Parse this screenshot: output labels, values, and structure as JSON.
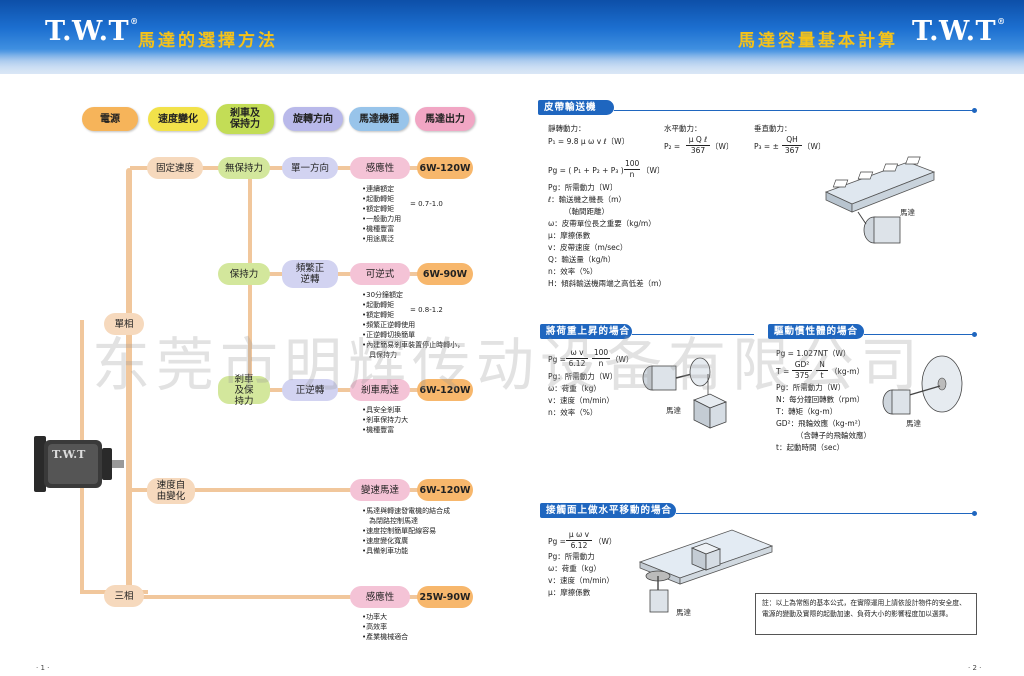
{
  "header": {
    "left_logo": "T.W.T",
    "right_logo": "T.W.T",
    "left_title": "馬達的選擇方法",
    "right_title": "馬達容量基本計算"
  },
  "left": {
    "categories": [
      "電源",
      "速度變化",
      "剎車及保持力",
      "旋轉方向",
      "馬達機種",
      "馬達出力"
    ],
    "tree": {
      "root": "單相",
      "single_phase": "單相",
      "speed_fixed": "固定速度",
      "speed_variable": "速度自由變化",
      "three_phase": "三相",
      "no_hold": "無保持力",
      "hold": "保持力",
      "brake_hold": "剎車及保持力",
      "one_dir": "單一方向",
      "freq_rev": "頻繁正逆轉",
      "fwd_rev": "正逆轉",
      "induction": "感應性",
      "reversible": "可逆式",
      "brake_motor": "剎車馬達",
      "speed_motor": "變速馬達",
      "induction3": "感應性",
      "w1": "6W-120W",
      "w2": "6W-90W",
      "w3": "6W-120W",
      "w4": "6W-120W",
      "w5": "25W-90W"
    },
    "bullets1": [
      "連續額定",
      "起動轉矩",
      "額定轉矩",
      "一般動力用",
      "機種豐富",
      "用途廣泛"
    ],
    "ratio1": "= 0.7-1.0",
    "bullets2": [
      "30分鐘額定",
      "起動轉矩",
      "額定轉矩",
      "頻繁正逆轉使用",
      "正逆轉切換簡單",
      "內建簡易剎車裝置停止時轉小，",
      "具保持力"
    ],
    "ratio2": "= 0.8-1.2",
    "bullets3": [
      "具安全剎車",
      "剎車保持力大",
      "機種豐富"
    ],
    "bullets4": [
      "馬達與轉速發電機的結合成",
      "為閉路控制馬達",
      "速度控制簡單配線容易",
      "速度變化寬廣",
      "具備剎車功能"
    ],
    "bullets5": [
      "功率大",
      "高效率",
      "產業機械適合"
    ],
    "page_no": "· 1 ·"
  },
  "right": {
    "sec1": "皮帶輸送機",
    "sec2": "將荷重上昇的場合",
    "sec3": "驅動慣性體的場合",
    "sec4": "接觸面上做水平移動的場合",
    "belt": {
      "h_static": "靜轉動力：",
      "h_horiz": "水平動力：",
      "h_vert": "垂直動力：",
      "p1": "P₁ = 9.8 μ ω v ℓ〔W〕",
      "p2_left": "P₂ =",
      "p2_num": "μ Q ℓ",
      "p2_den": "367",
      "p2_unit": "〔W〕",
      "p3_left": "P₃ = ±",
      "p3_num": "QH",
      "p3_den": "367",
      "p3_unit": "〔W〕",
      "pg": "Pg = ( P₁ + P₂ + P₃ )",
      "pg_num": "100",
      "pg_den": "n",
      "pg_unit": "〔W〕",
      "defs": [
        "Pg：所需動力〔W〕",
        "ℓ：輸送機之機長（m）",
        "（軸間距離）",
        "ω：皮帶單位長之重要（kg/m）",
        "μ：摩擦係數",
        "v：皮帶速度（m/sec）",
        "Q：輸送量（kg/h）",
        "n：效率（%）",
        "H：傾斜輸送機兩端之高低差（m）"
      ],
      "motor": "馬達"
    },
    "lift": {
      "pg_left": "Pg =",
      "pg_num": "ω v",
      "pg_den": "6.12",
      "pg_num2": "100",
      "pg_den2": "n",
      "pg_unit": "（W）",
      "defs": [
        "Pg：所需動力（W）",
        "ω：荷重（kg）",
        "v：速度（m/min）",
        "n：效率（%）"
      ],
      "motor": "馬達"
    },
    "inertia": {
      "pg": "Pg = 1.027NT（W）",
      "t_left": "T =",
      "t_num": "GD²",
      "t_den": "375",
      "t_num2": "N",
      "t_den2": "t",
      "t_unit": "（kg-m）",
      "defs": [
        "Pg：所需動力（W）",
        "N：每分鐘回轉數（rpm）",
        "T：轉矩（kg-m）",
        "GD²：飛輪效應（kg-m²）",
        "（含轉子的飛輪效應）",
        "t：起動時間（sec）"
      ],
      "motor": "馬達"
    },
    "horiz": {
      "pg_left": "Pg =",
      "pg_num": "μ ω v",
      "pg_den": "6.12",
      "pg_unit": "（W）",
      "defs": [
        "Pg：所需動力",
        "ω：荷重（kg）",
        "v：速度（m/min）",
        "μ：摩擦係數"
      ],
      "motor": "馬達"
    },
    "note": "註：以上為常態的基本公式，在實際運用上請依設計物件的安全度、電源的變動及實際的起動加速、負荷大小的影響程度加以選擇。",
    "page_no": "· 2 ·"
  },
  "watermark": "东莞市明辉传动设备有限公司"
}
